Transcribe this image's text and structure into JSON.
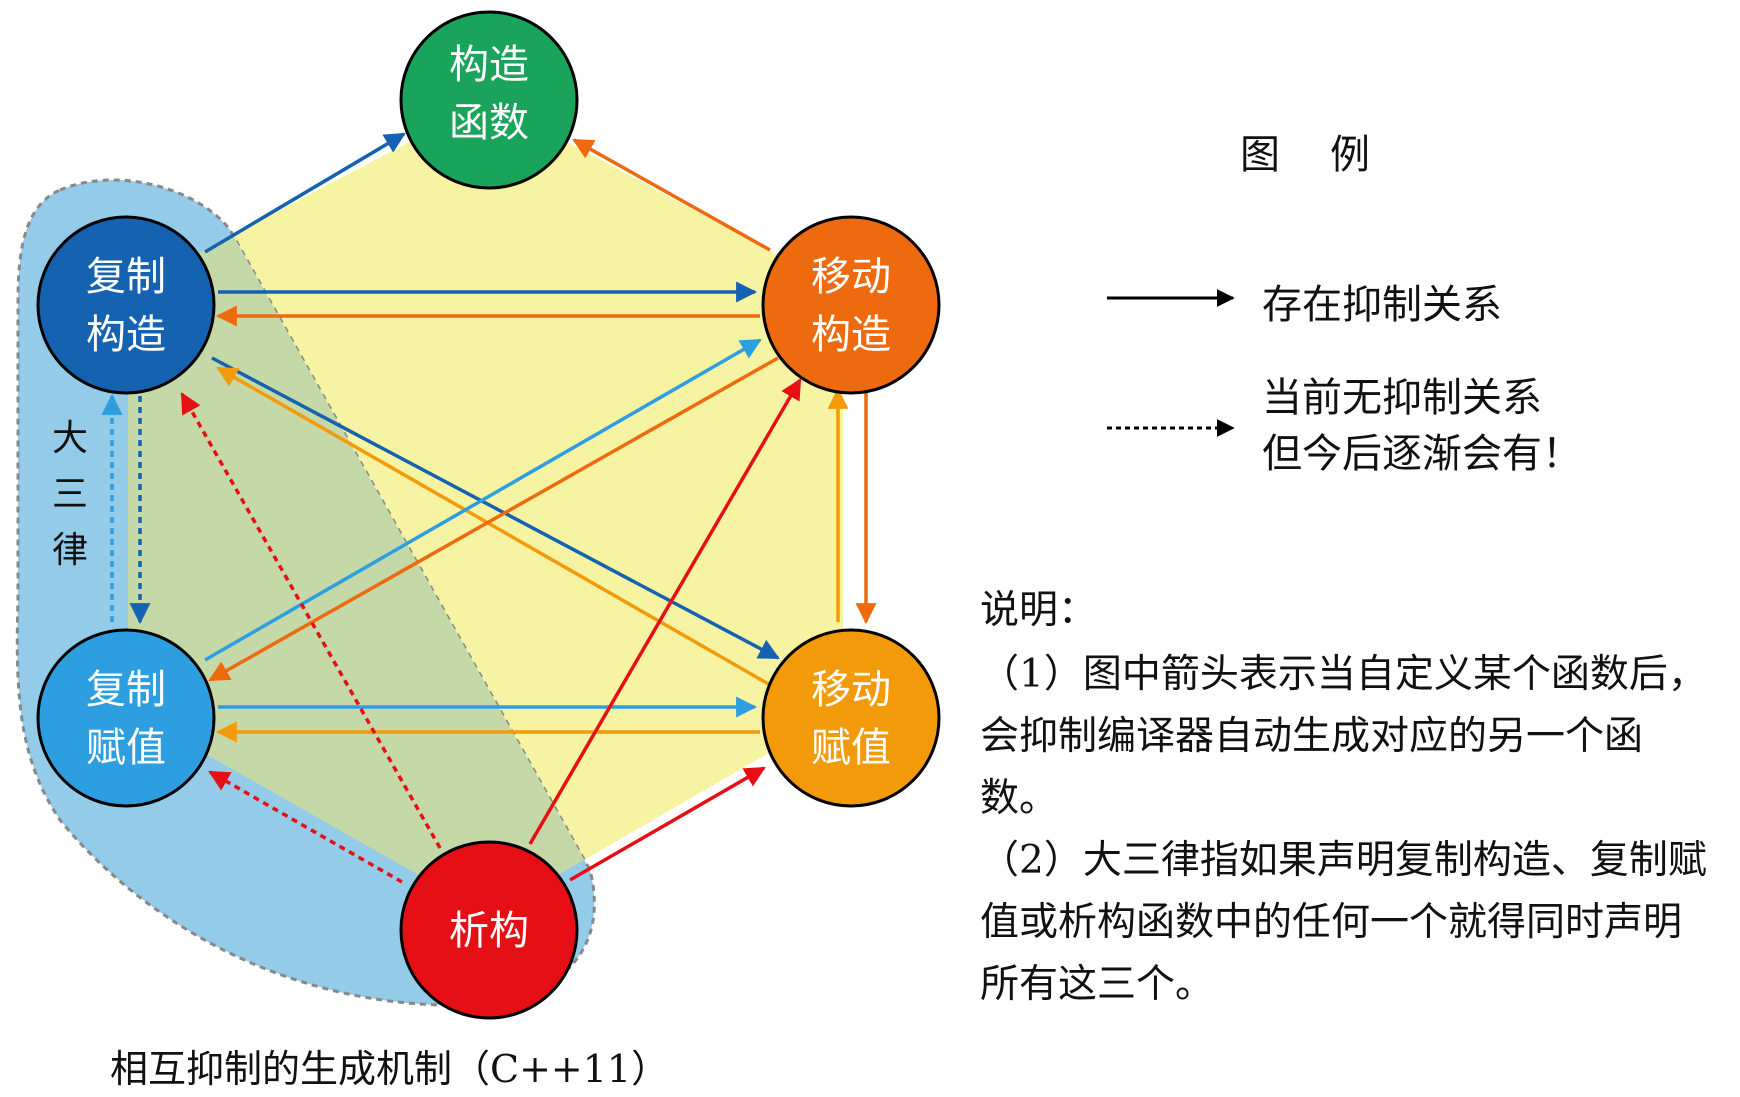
{
  "nodes": {
    "constructor": {
      "line1": "构造",
      "line2": "函数",
      "color": "#1aa35b"
    },
    "copy_constructor": {
      "line1": "复制",
      "line2": "构造",
      "color": "#1462b0"
    },
    "move_constructor": {
      "line1": "移动",
      "line2": "构造",
      "color": "#ee6a0e"
    },
    "copy_assignment": {
      "line1": "复制",
      "line2": "赋值",
      "color": "#2d9fe0"
    },
    "move_assignment": {
      "line1": "移动",
      "line2": "赋值",
      "color": "#f39a0a"
    },
    "destructor": {
      "label": "析构",
      "color": "#e60f16"
    }
  },
  "rule_of_three_label": [
    "大",
    "三",
    "律"
  ],
  "legend": {
    "title": "图例",
    "solid": "存在抑制关系",
    "dashed_line1": "当前无抑制关系",
    "dashed_line2": "但今后逐渐会有！"
  },
  "notes": {
    "heading": "说明：",
    "item1": "（1）图中箭头表示当自定义某个函数后，会抑制编译器自动生成对应的另一个函数。",
    "item2": "（2）大三律指如果声明复制构造、复制赋值或析构函数中的任何一个就得同时声明所有这三个。"
  },
  "caption": "相互抑制的生成机制（C++11）",
  "colors": {
    "hexagon_fill": "#f6f3a3",
    "rule_of_three_fill": "#93cbe9",
    "overlap_fill": "#c4d8a8"
  }
}
